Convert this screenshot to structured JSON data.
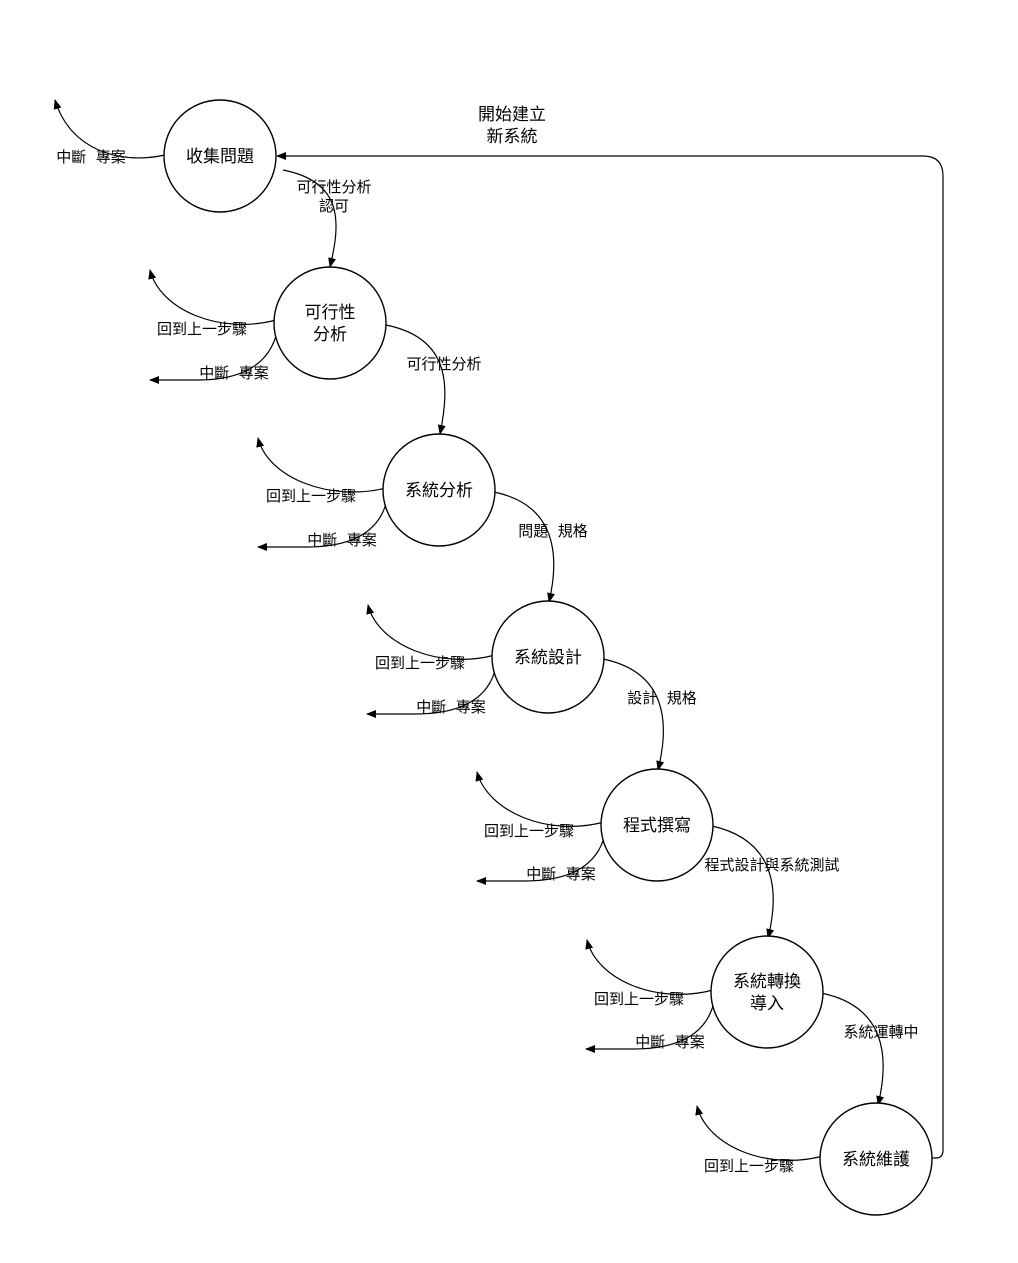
{
  "nodes": [
    {
      "id": "collect",
      "lines": [
        "收集問題"
      ]
    },
    {
      "id": "feasibility",
      "lines": [
        "可行性",
        "分析"
      ]
    },
    {
      "id": "analysis",
      "lines": [
        "系統分析"
      ]
    },
    {
      "id": "design",
      "lines": [
        "系統設計"
      ]
    },
    {
      "id": "coding",
      "lines": [
        "程式撰寫"
      ]
    },
    {
      "id": "conversion",
      "lines": [
        "系統轉換",
        "導入"
      ]
    },
    {
      "id": "maintenance",
      "lines": [
        "系統維護"
      ]
    }
  ],
  "edges": [
    {
      "from": "collect",
      "to": "feasibility",
      "lines": [
        "可行性分析",
        "認可"
      ]
    },
    {
      "from": "feasibility",
      "to": "analysis",
      "lines": [
        "可行性分析"
      ]
    },
    {
      "from": "analysis",
      "to": "design",
      "lines": [
        "問題  規格"
      ]
    },
    {
      "from": "design",
      "to": "coding",
      "lines": [
        "設計  規格"
      ]
    },
    {
      "from": "coding",
      "to": "conversion",
      "lines": [
        "程式設計與系統測試"
      ]
    },
    {
      "from": "conversion",
      "to": "maintenance",
      "lines": [
        "系統運轉中"
      ]
    },
    {
      "from": "maintenance",
      "to": "collect",
      "lines": [
        "開始建立",
        "新系統"
      ]
    }
  ],
  "side_labels": {
    "back": "回到上一步驟",
    "abort": "中斷  專案"
  }
}
